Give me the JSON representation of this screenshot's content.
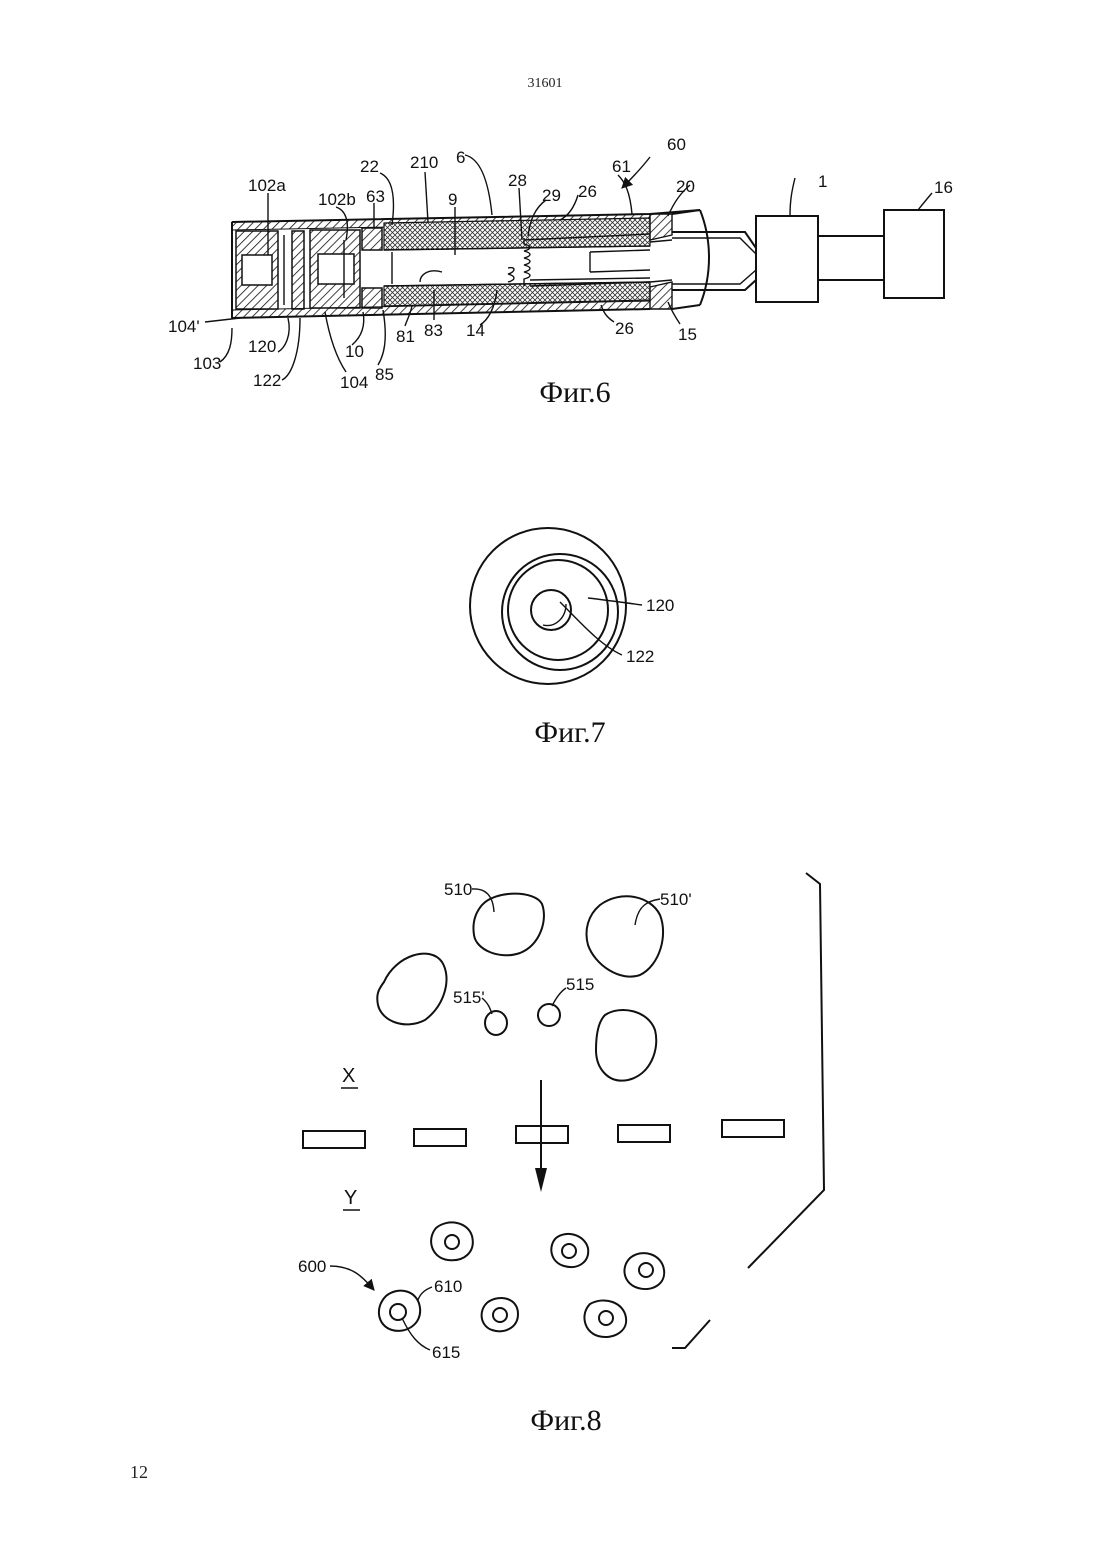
{
  "page": {
    "doc_number": "31601",
    "page_number": "12"
  },
  "fig6": {
    "caption": "Фиг.6",
    "labels": {
      "l_102a": "102a",
      "l_102b": "102b",
      "l_63": "63",
      "l_22": "22",
      "l_210": "210",
      "l_6": "6",
      "l_9": "9",
      "l_28": "28",
      "l_29": "29",
      "l_26a": "26",
      "l_61": "61",
      "l_60": "60",
      "l_20": "20",
      "l_1": "1",
      "l_16": "16",
      "l_104p": "104'",
      "l_103": "103",
      "l_120": "120",
      "l_122": "122",
      "l_104": "104",
      "l_10": "10",
      "l_85": "85",
      "l_81": "81",
      "l_83": "83",
      "l_14": "14",
      "l_26b": "26",
      "l_15": "15"
    }
  },
  "fig7": {
    "caption": "Фиг.7",
    "labels": {
      "l_120": "120",
      "l_122": "122"
    }
  },
  "fig8": {
    "caption": "Фиг.8",
    "labels": {
      "l_510": "510",
      "l_510p": "510'",
      "l_515p": "515'",
      "l_515": "515",
      "l_X": "X",
      "l_Y": "Y",
      "l_600": "600",
      "l_610": "610",
      "l_615": "615"
    }
  }
}
